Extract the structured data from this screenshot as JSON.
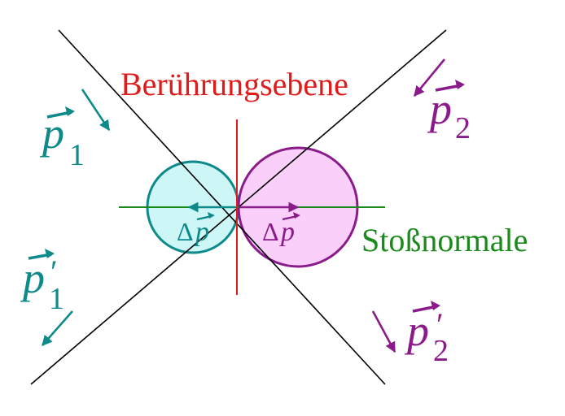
{
  "labels": {
    "contact_plane": "Berührungsebene",
    "impact_normal": "Stoßnormale",
    "delta_left": "Δ",
    "delta_right": "Δ",
    "p_letter": "p",
    "sub_1": "1",
    "sub_2": "2",
    "prime": "′"
  },
  "colors": {
    "particle_1": "#0e8a8a",
    "particle_1_fill": "#cdf6f6",
    "particle_2": "#8b1a8b",
    "particle_2_fill": "#fad0fa",
    "contact_plane": "#e01b1b",
    "impact_normal": "#1a8a1a",
    "trajectory": "#000000"
  }
}
